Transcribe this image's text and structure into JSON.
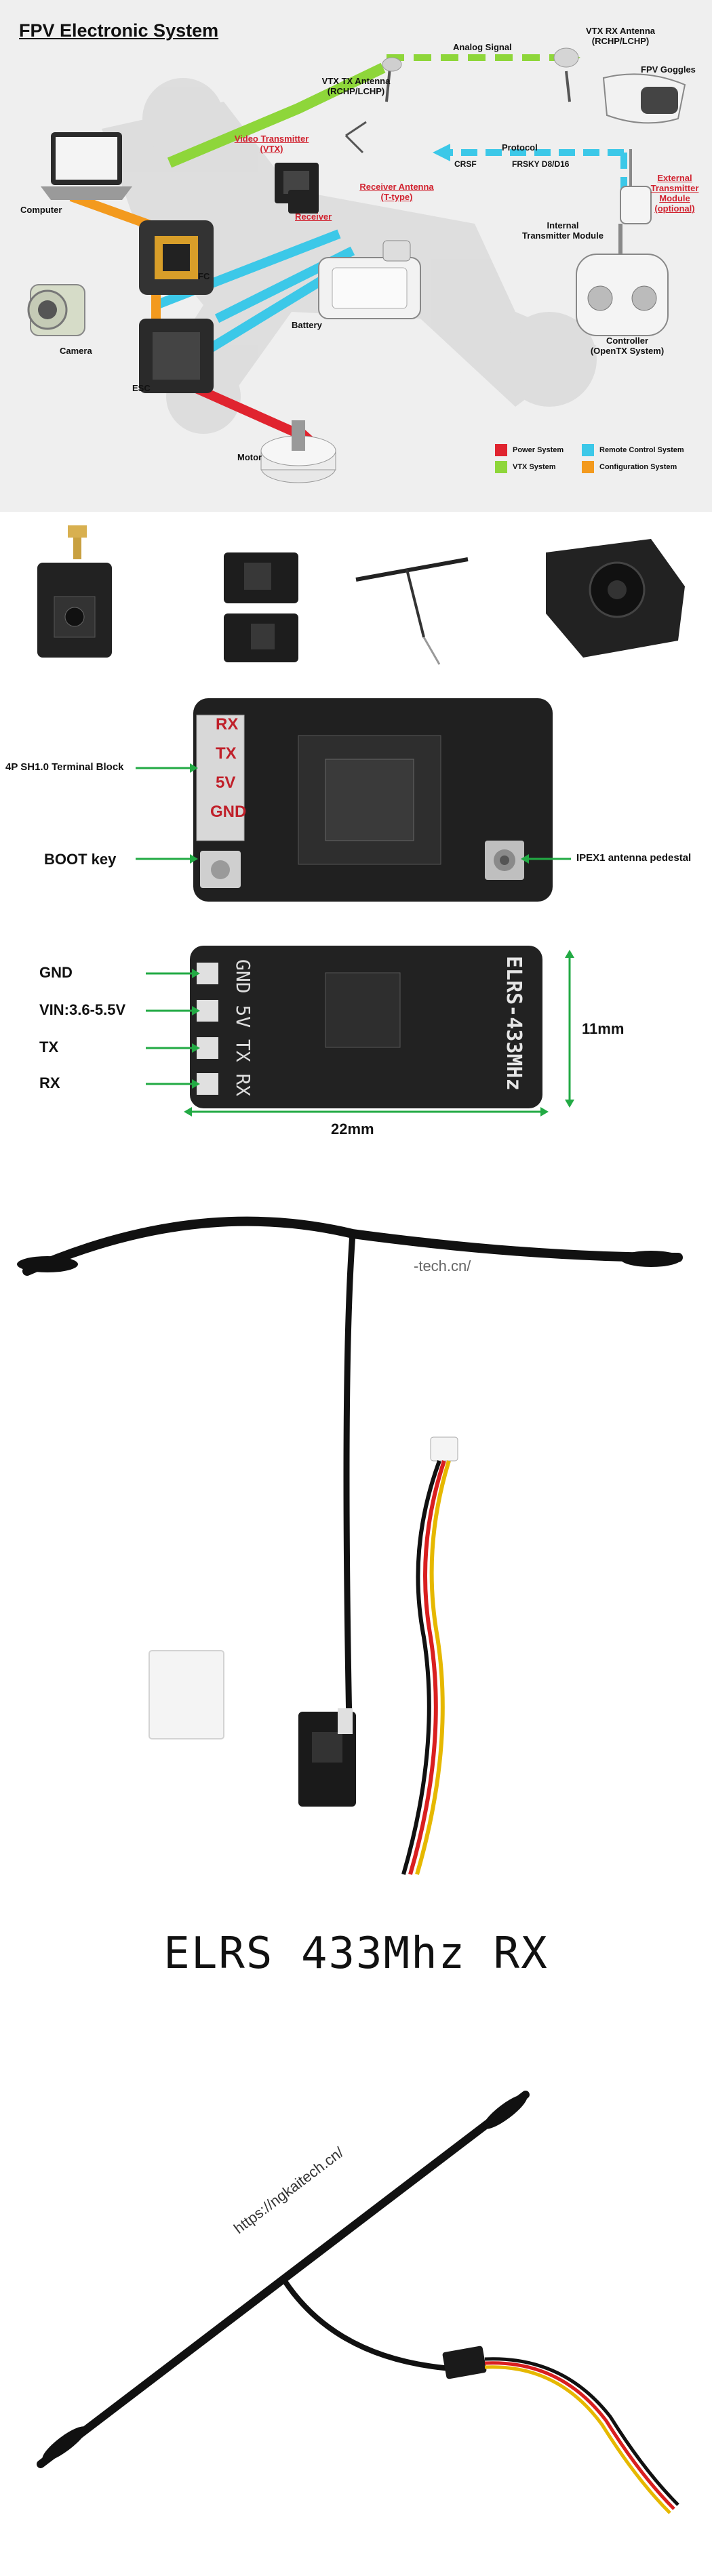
{
  "system": {
    "title": "FPV Electronic System",
    "labels": {
      "analog_signal": "Analog Signal",
      "vtx_rx_antenna": "VTX RX Antenna\n(RCHP/LCHP)",
      "fpv_goggles": "FPV Goggles",
      "vtx_tx_antenna": "VTX TX Antenna\n(RCHP/LCHP)",
      "video_transmitter": "Video Transmitter\n(VTX)",
      "protocol": "Protocol",
      "crsf": "CRSF",
      "frsky": "FRSKY D8/D16",
      "receiver_antenna": "Receiver Antenna\n(T-type)",
      "external_module": "External\nTransmitter\nModule\n(optional)",
      "computer": "Computer",
      "receiver": "Receiver",
      "internal_module": "Internal\nTransmitter Module",
      "fc": "FC",
      "battery": "Battery",
      "camera": "Camera",
      "controller": "Controller\n(OpenTX System)",
      "motor": "Motor",
      "esc": "ESC"
    },
    "legend": [
      {
        "label": "Power System",
        "color": "#e0242f"
      },
      {
        "label": "Remote Control System",
        "color": "#3cc8e8"
      },
      {
        "label": "VTX System",
        "color": "#8ed63a"
      },
      {
        "label": "Configuration System",
        "color": "#f39a1e"
      }
    ]
  },
  "pinout": {
    "pins": [
      "RX",
      "TX",
      "5V",
      "GND"
    ],
    "terminal_block": "4P SH1.0 Terminal Block",
    "boot_key": "BOOT key",
    "antenna_pedestal": "IPEX1 antenna pedestal"
  },
  "dims": {
    "pins": [
      "GND",
      "VIN:3.6-5.5V",
      "TX",
      "RX"
    ],
    "board_pins": "GND  5V  TX  RX",
    "board_text": "ELRS-433MHz",
    "height": "11mm",
    "width": "22mm"
  },
  "photo1": {
    "watermark": "-tech.cn/"
  },
  "title": {
    "text": "ELRS 433Mhz RX"
  },
  "photo2": {
    "watermark": "https://ngkaitech.cn/"
  }
}
